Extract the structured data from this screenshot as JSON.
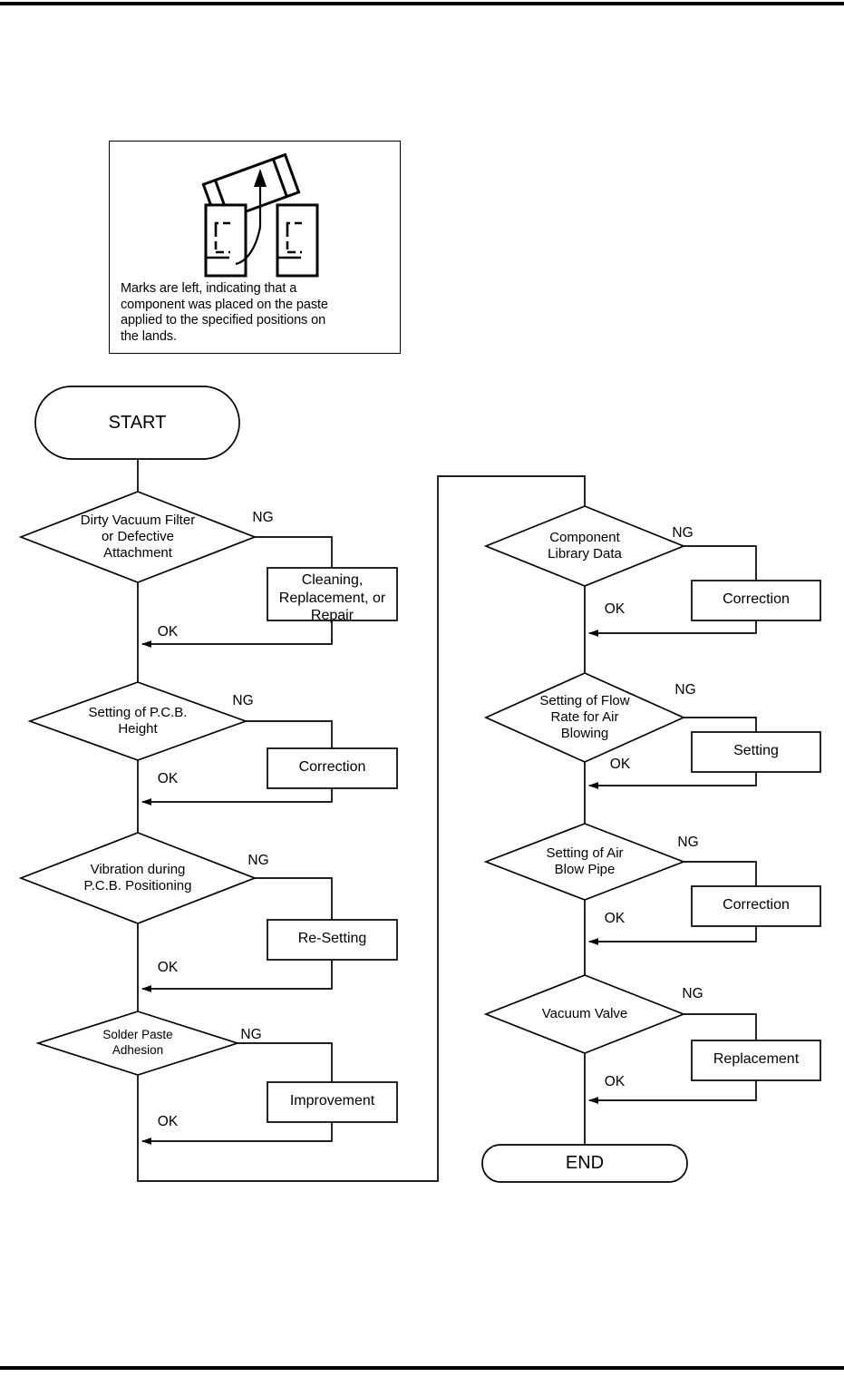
{
  "page": {
    "top_rule": true,
    "bottom_rule": true,
    "line_color": "#000000",
    "background": "#ffffff"
  },
  "illustration": {
    "name": "component-placement-marks-illustration",
    "caption": "Marks are left, indicating that a\ncomponent was placed on the paste\napplied to the specified positions on\nthe lands.",
    "parts": [
      "tilted-chip-component",
      "left-land-pad",
      "right-land-pad",
      "curved-arrow"
    ]
  },
  "flowchart": {
    "type": "troubleshooting-flowchart",
    "start_label": "START",
    "end_label": "END",
    "yes_label": "OK",
    "no_label": "NG",
    "left_column": [
      {
        "decision": "Dirty Vacuum Filter\nor Defective\nAttachment",
        "ng_label": "NG",
        "action": "Cleaning,\nReplacement, or\nRepair",
        "ok_label": "OK"
      },
      {
        "decision": "Setting of P.C.B.\nHeight",
        "ng_label": "NG",
        "action": "Correction",
        "ok_label": "OK"
      },
      {
        "decision": "Vibration during\nP.C.B. Positioning",
        "ng_label": "NG",
        "action": "Re-Setting",
        "ok_label": "OK"
      },
      {
        "decision": "Solder Paste\nAdhesion",
        "ng_label": "NG",
        "action": "Improvement",
        "ok_label": "OK"
      }
    ],
    "right_column": [
      {
        "decision": "Component\nLibrary Data",
        "ng_label": "NG",
        "action": "Correction",
        "ok_label": "OK"
      },
      {
        "decision": "Setting of Flow\nRate for Air\nBlowing",
        "ng_label": "NG",
        "action": "Setting",
        "ok_label": "OK"
      },
      {
        "decision": "Setting of Air\nBlow Pipe",
        "ng_label": "NG",
        "action": "Correction",
        "ok_label": "OK"
      },
      {
        "decision": "Vacuum Valve",
        "ng_label": "NG",
        "action": "Replacement",
        "ok_label": "OK"
      }
    ]
  }
}
